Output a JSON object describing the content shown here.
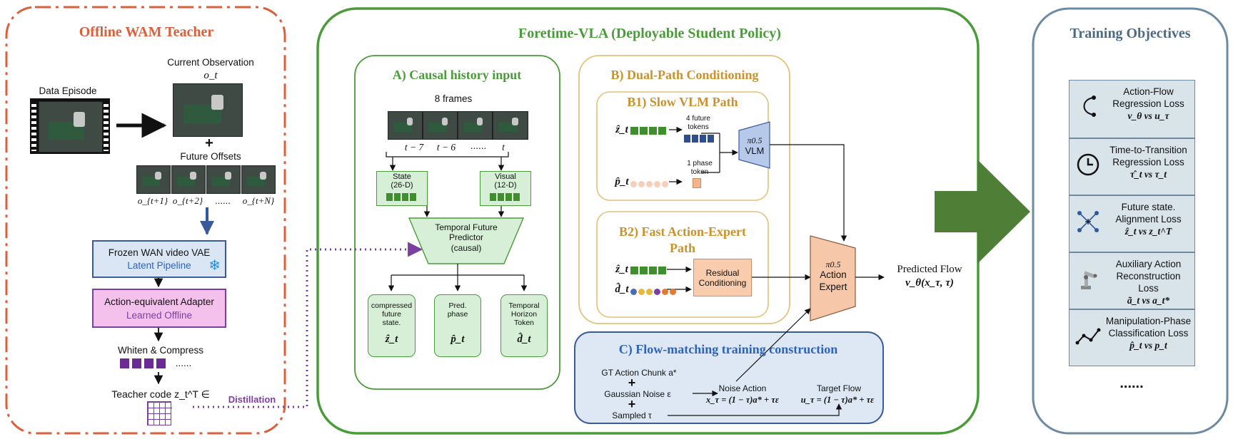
{
  "teacher": {
    "title": "Offline WAM Teacher",
    "data_episode": "Data Episode",
    "current_observation": "Current Observation",
    "o_t": "o_t",
    "plus": "+",
    "future_offsets": "Future Offsets",
    "offsets": [
      "o_{t+1}",
      "o_{t+2}",
      "......",
      "o_{t+N}"
    ],
    "vae_title": "Frozen WAN video VAE",
    "vae_sub": "Latent Pipeline",
    "adapter_title": "Action-equivalent Adapter",
    "adapter_sub": "Learned Offline",
    "whiten": "Whiten & Compress",
    "dots": "......",
    "teacher_code": "Teacher code z_t^T ∈ R^64",
    "distillation": "Distillation"
  },
  "student": {
    "title": "Foretime-VLA  (Deployable Student Policy)",
    "a": {
      "title": "A) Causal history input",
      "frames_label": "8 frames",
      "time_labels": [
        "t − 7",
        "t − 6",
        "......",
        "t"
      ],
      "state_title": "State",
      "state_dim": "(26-D)",
      "visual_title": "Visual",
      "visual_dim": "(12-D)",
      "predictor": [
        "Temporal Future",
        "Predictor",
        "(causal)"
      ],
      "outputs": [
        {
          "lines": [
            "compressed",
            "future",
            "state."
          ],
          "sym": "ẑ_t"
        },
        {
          "lines": [
            "Pred.",
            "phase"
          ],
          "sym": "p̂_t"
        },
        {
          "lines": [
            "Temporal",
            "Horizon",
            "Token"
          ],
          "sym": "d̂_t"
        }
      ]
    },
    "b": {
      "title": "B) Dual-Path Conditioning",
      "b1_title": "B1) Slow VLM Path",
      "future_tokens": [
        "4 future",
        "tokens"
      ],
      "phase_token": [
        "1 phase",
        "token"
      ],
      "vlm_sym": "π0.5",
      "vlm": "VLM",
      "b2_title_1": "B2) Fast Action-Expert",
      "b2_title_2": "Path",
      "residual": [
        "Residual",
        "Conditioning"
      ],
      "z_sym": "ẑ_t",
      "p_sym": "p̂_t",
      "d_sym": "d̂_t"
    },
    "expert": {
      "sym": "π0.5",
      "lines": [
        "Action",
        "Expert"
      ]
    },
    "predicted_flow": "Predicted Flow",
    "predicted_flow_sym": "v_θ(x_τ, τ)",
    "c": {
      "title": "C) Flow-matching training construction",
      "gt": "GT Action Chunk a*",
      "noise": "Gaussian Noise ε",
      "sampled": "Sampled τ",
      "noise_action": "Noise Action",
      "noise_action_eq": "x_τ = (1 − τ)a* + τε",
      "target_flow": "Target Flow",
      "target_flow_eq": "u_τ = (1 − τ)a* + τε"
    }
  },
  "objectives": {
    "title": "Training Objectives",
    "items": [
      {
        "icon": "curve-flow-icon",
        "lines": [
          "Action-Flow",
          "Regression Loss"
        ],
        "math": "v_θ vs u_τ"
      },
      {
        "icon": "clock-icon",
        "lines": [
          "Time-to-Transition",
          "Regression Loss"
        ],
        "math": "τ̂_t vs τ_t"
      },
      {
        "icon": "alignment-cross-icon",
        "lines": [
          "Future state.",
          "Alignment Loss"
        ],
        "math": "ẑ_t vs z_t^T"
      },
      {
        "icon": "robot-arm-icon",
        "lines": [
          "Auxiliary Action",
          "Reconstruction Loss"
        ],
        "math": "ã_t vs a_t*"
      },
      {
        "icon": "phase-graph-icon",
        "lines": [
          "Manipulation-Phase",
          "Classification Loss"
        ],
        "math": "p̂_t vs p_t"
      }
    ],
    "more": "......"
  },
  "colors": {
    "teacher_border": "#d9603b",
    "student_border": "#4a9b3a",
    "b_border": "#e3c27a",
    "c_border": "#4a73b8",
    "objectives_border": "#6c8aa1",
    "big_arrow": "#4f7f37",
    "distill": "#7b3fa0"
  }
}
